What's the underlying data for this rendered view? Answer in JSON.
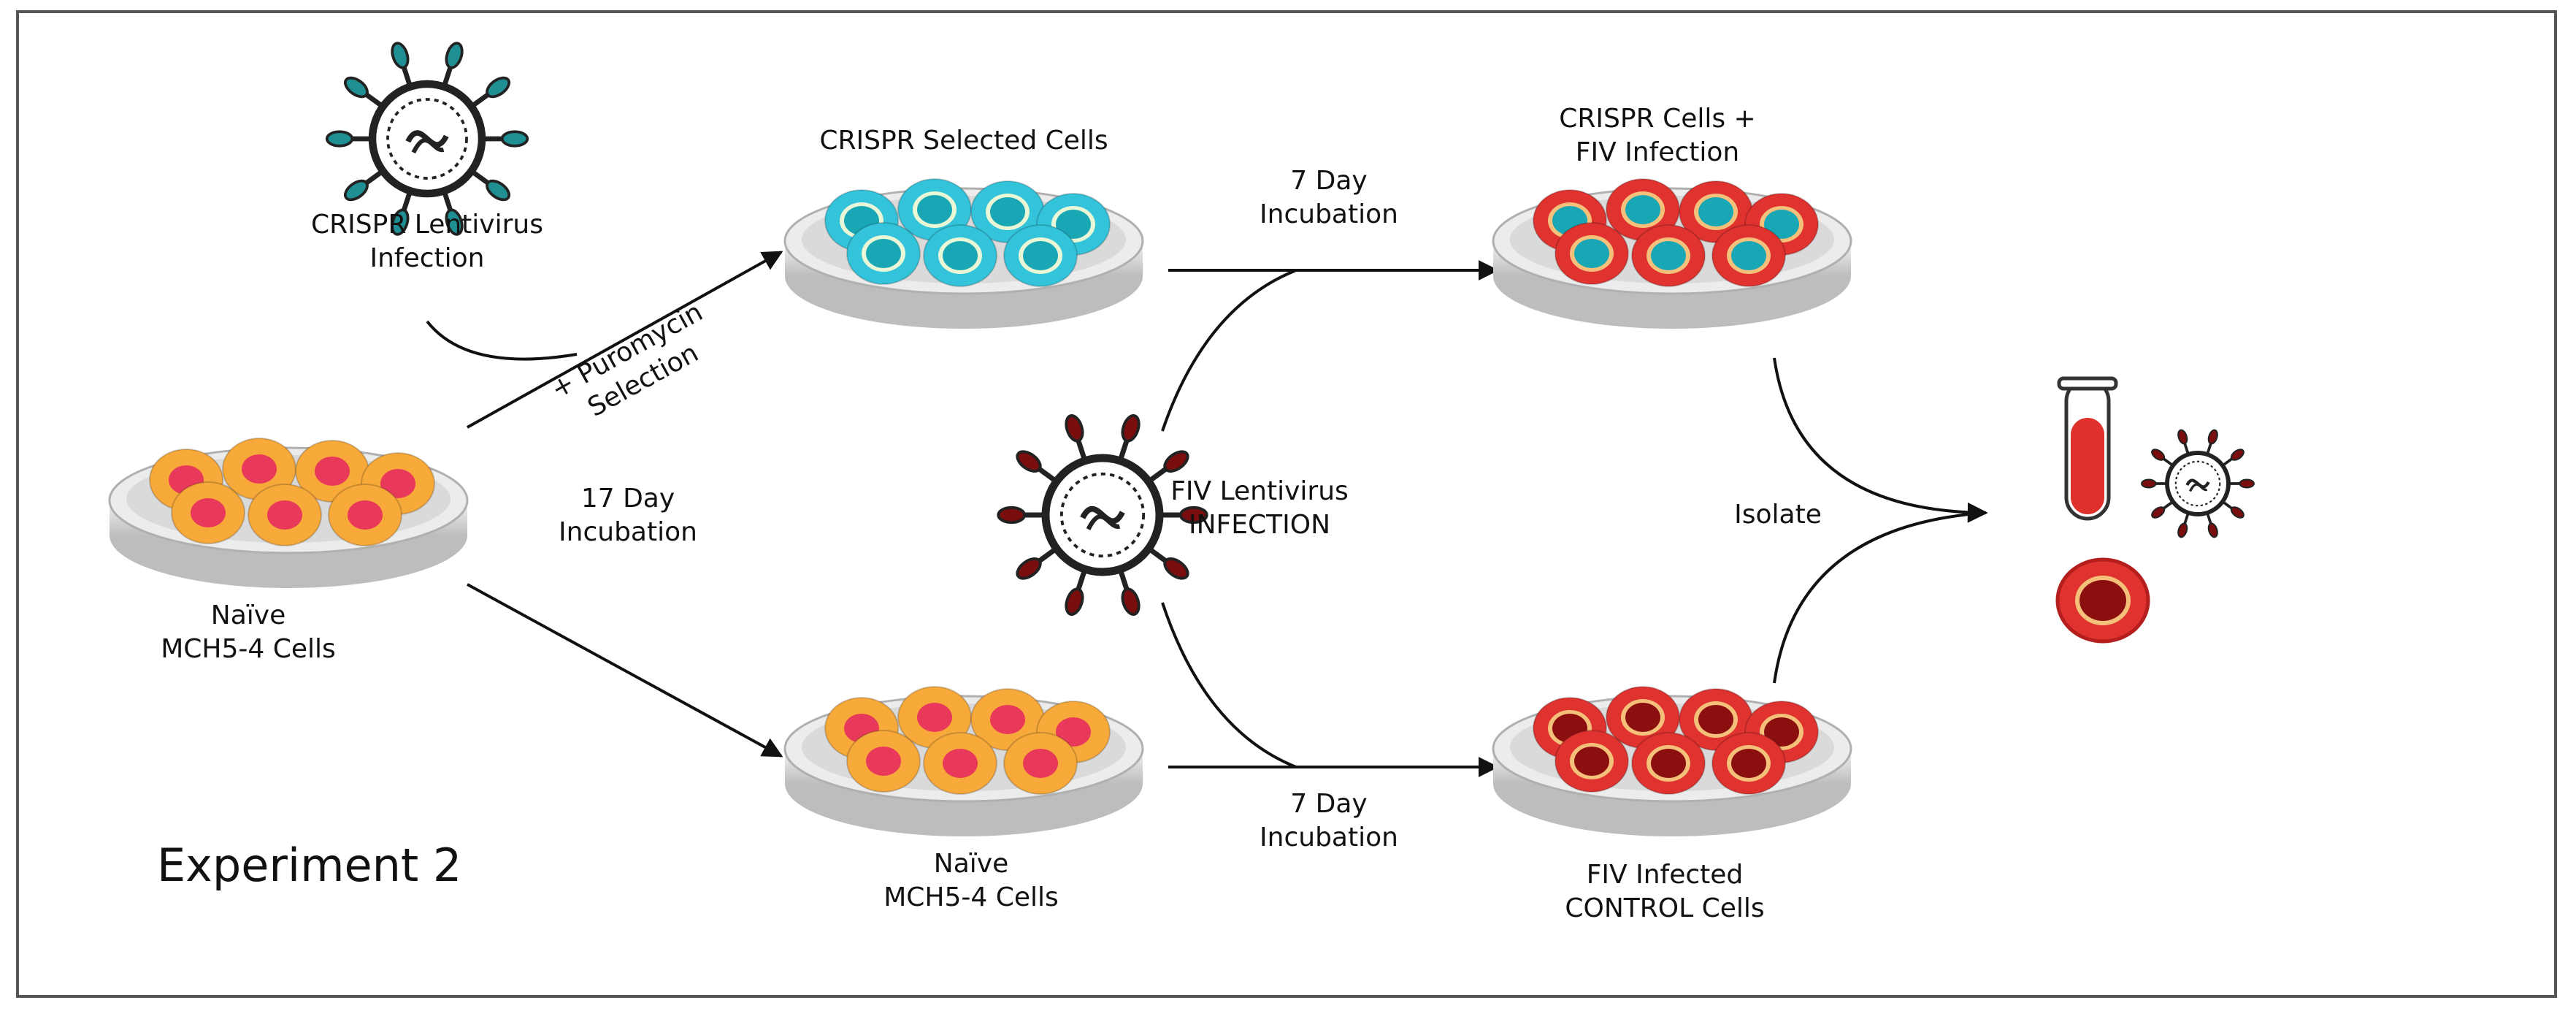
{
  "labels": {
    "crispr_lentivirus": [
      "CRISPR Lentivirus",
      "Infection"
    ],
    "puromycin": [
      "+ Puromycin",
      "Selection"
    ],
    "naive_left": [
      "Naïve",
      "MCH5-4 Cells"
    ],
    "day17": [
      "17 Day",
      "Incubation"
    ],
    "crispr_selected": [
      "CRISPR Selected Cells"
    ],
    "day7_top": [
      "7 Day",
      "Incubation"
    ],
    "fiv_lentivirus": [
      "FIV Lentivirus",
      "INFECTION"
    ],
    "crispr_fiv": [
      "CRISPR Cells +",
      "FIV Infection"
    ],
    "isolate": [
      "Isolate"
    ],
    "naive_bottom": [
      "Naïve",
      "MCH5-4 Cells"
    ],
    "day7_bottom": [
      "7 Day",
      "Incubation"
    ],
    "fiv_control": [
      "FIV Infected",
      "CONTROL Cells"
    ],
    "experiment": [
      "Experiment 2"
    ]
  },
  "colors": {
    "teal_virus": "#1f8f93",
    "dark_red_virus": "#7a0d0d",
    "naive_outer": "#f7a93a",
    "naive_inner": "#e8395a",
    "crispr_outer": "#33c4dc",
    "crispr_inner": "#1aa7b5",
    "fiv_outer": "#e0322f",
    "fiv_inner_dark": "#8c0f10",
    "dish": "#d6d6d6",
    "tube_red": "#e0302c"
  },
  "icons": [
    "teal-virus-icon",
    "dark-red-virus-icon",
    "small-virus-icon",
    "test-tube-icon",
    "infected-cell-icon"
  ]
}
